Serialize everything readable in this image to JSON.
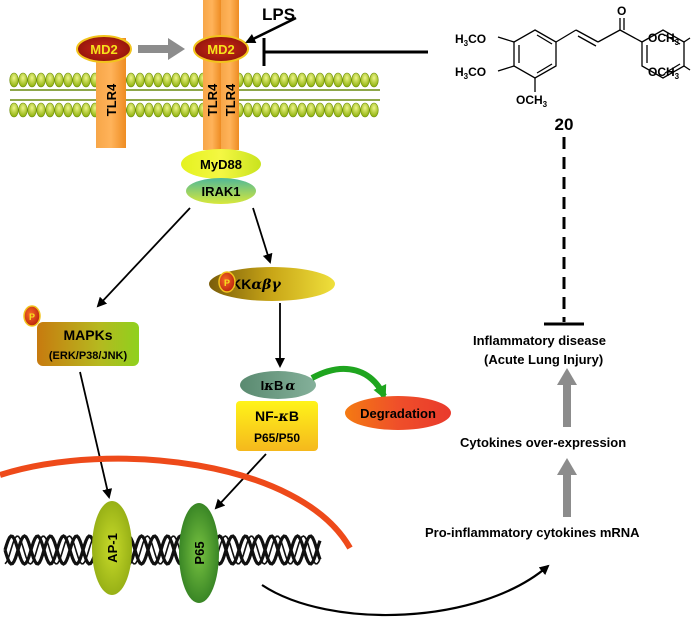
{
  "receptor": {
    "md2_label": "MD2",
    "tlr4_label": "TLR4",
    "lps_label": "LPS"
  },
  "adaptors": {
    "myd88": "MyD88",
    "irak1": "IRAK1"
  },
  "phospho_label": "P",
  "mapk": {
    "title": "MAPKs",
    "subtitle": "(ERK/P38/JNK)"
  },
  "ikk": {
    "prefix": "IKK",
    "greek": "αβγ"
  },
  "ikb": {
    "prefix": "I",
    "kappa": "κ",
    "mid": "B",
    "alpha": "α"
  },
  "nfkb": {
    "prefix": "NF-",
    "kappa": "κ",
    "suffix": "B",
    "subunits": "P65/P50"
  },
  "degradation_label": "Degradation",
  "nucleus_factors": {
    "ap1": "AP-1",
    "p65": "P65"
  },
  "compound": {
    "number": "20",
    "substituents": {
      "left_top_h": "H",
      "left_top_sub": "3",
      "left_top_rest": "CO",
      "left_mid_h": "H",
      "left_mid_sub": "3",
      "left_mid_rest": "CO",
      "bottom": "OCH",
      "bottom_sub": "3",
      "right_top": "OCH",
      "right_top_sub": "3",
      "right_mid": "OCH",
      "right_mid_sub": "3",
      "ketone_o": "O"
    }
  },
  "outcomes": {
    "disease_line1": "Inflammatory disease",
    "disease_line2": "(Acute Lung Injury)",
    "cytokines": "Cytokines over-expression",
    "mrna": "Pro-inflammatory cytokines mRNA"
  },
  "colors": {
    "receptor": "#f59a2e",
    "md2_fill": "#b01a10",
    "md2_text": "#f5e21c",
    "membrane": "#b8d21c",
    "nucleus": "#ee4a1a",
    "arrow_gray": "#8c8c8c",
    "degradation_arrow": "#1fa51f"
  }
}
